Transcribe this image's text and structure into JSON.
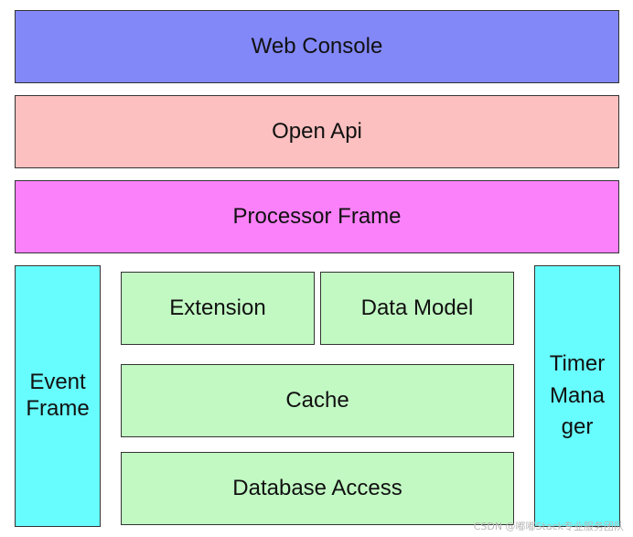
{
  "colors": {
    "web_console": "#8288f8",
    "open_api": "#fbc0bf",
    "processor_frame": "#fb81fa",
    "side_frames": "#67fcfd",
    "core_boxes": "#c2f9c3"
  },
  "layers": {
    "web_console": "Web Console",
    "open_api": "Open Api",
    "processor_frame": "Processor Frame"
  },
  "left_column": {
    "label": "Event\nFrame"
  },
  "core": {
    "extension": "Extension",
    "data_model": "Data Model",
    "cache": "Cache",
    "database_access": "Database Access"
  },
  "right_column": {
    "label": "Timer\nMana\nger"
  },
  "watermark": "CSDN @嘟嘟Stack专业服务团队"
}
